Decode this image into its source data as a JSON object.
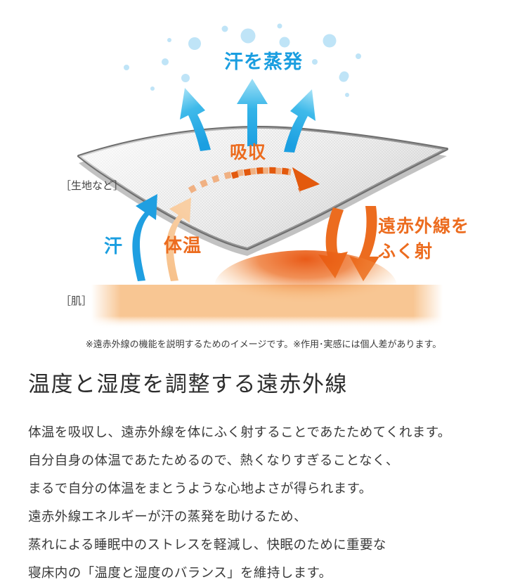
{
  "diagram": {
    "labels": {
      "evaporate": "汗を蒸発",
      "absorb": "吸収",
      "sweat": "汗",
      "body_temperature": "体温",
      "infrared_line1": "遠赤外線を",
      "infrared_line2": "ふく射",
      "fabric_bracket": "［生地など］",
      "skin_bracket": "［肌］"
    },
    "disclaimer": "※遠赤外線の機能を説明するためのイメージです。※作用･実感には個人差があります。",
    "colors": {
      "blue": "#1a9ee0",
      "blue_light": "#7fd4f2",
      "orange": "#ec6c1f",
      "orange_dark": "#e3590d",
      "peach": "#f7c794",
      "skin": "#f8c693",
      "skin_glow": "#ea5a16",
      "fabric_border": "#6e6e6e",
      "fabric_fill": "#f2f2f2"
    },
    "icons": {
      "evaporation_arrows": "up-arrow-icon",
      "absorb_arrow": "dashed-right-arrow-icon",
      "sweat_arrow": "curved-up-arrow-icon",
      "bodytemp_arrow": "curved-up-arrow-icon",
      "infrared_arrows": "curved-down-arrow-icon",
      "bubbles": "water-droplet-dots-icon"
    }
  },
  "article": {
    "heading": "温度と湿度を調整する遠赤外線",
    "body": [
      "体温を吸収し、遠赤外線を体にふく射することであたためてくれます。",
      "自分自身の体温であたためるので、熱くなりすぎることなく、",
      "まるで自分の体温をまとうような心地よさが得られます。",
      "遠赤外線エネルギーが汗の蒸発を助けるため、",
      "蒸れによる睡眠中のストレスを軽減し、快眠のために重要な",
      "寝床内の「温度と湿度のバランス」を維持します。"
    ]
  }
}
